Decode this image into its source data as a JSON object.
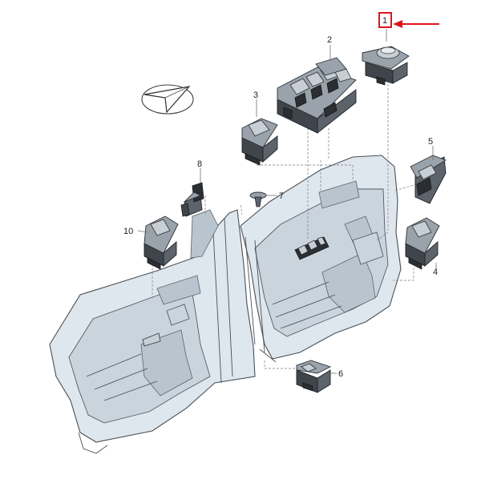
{
  "callouts": {
    "c1": "1",
    "c2": "2",
    "c3": "3",
    "c4": "4",
    "c5": "5",
    "c6": "6",
    "c7": "7",
    "c8": "8",
    "c10": "10"
  },
  "highlight": {
    "color": "#e0141e"
  }
}
